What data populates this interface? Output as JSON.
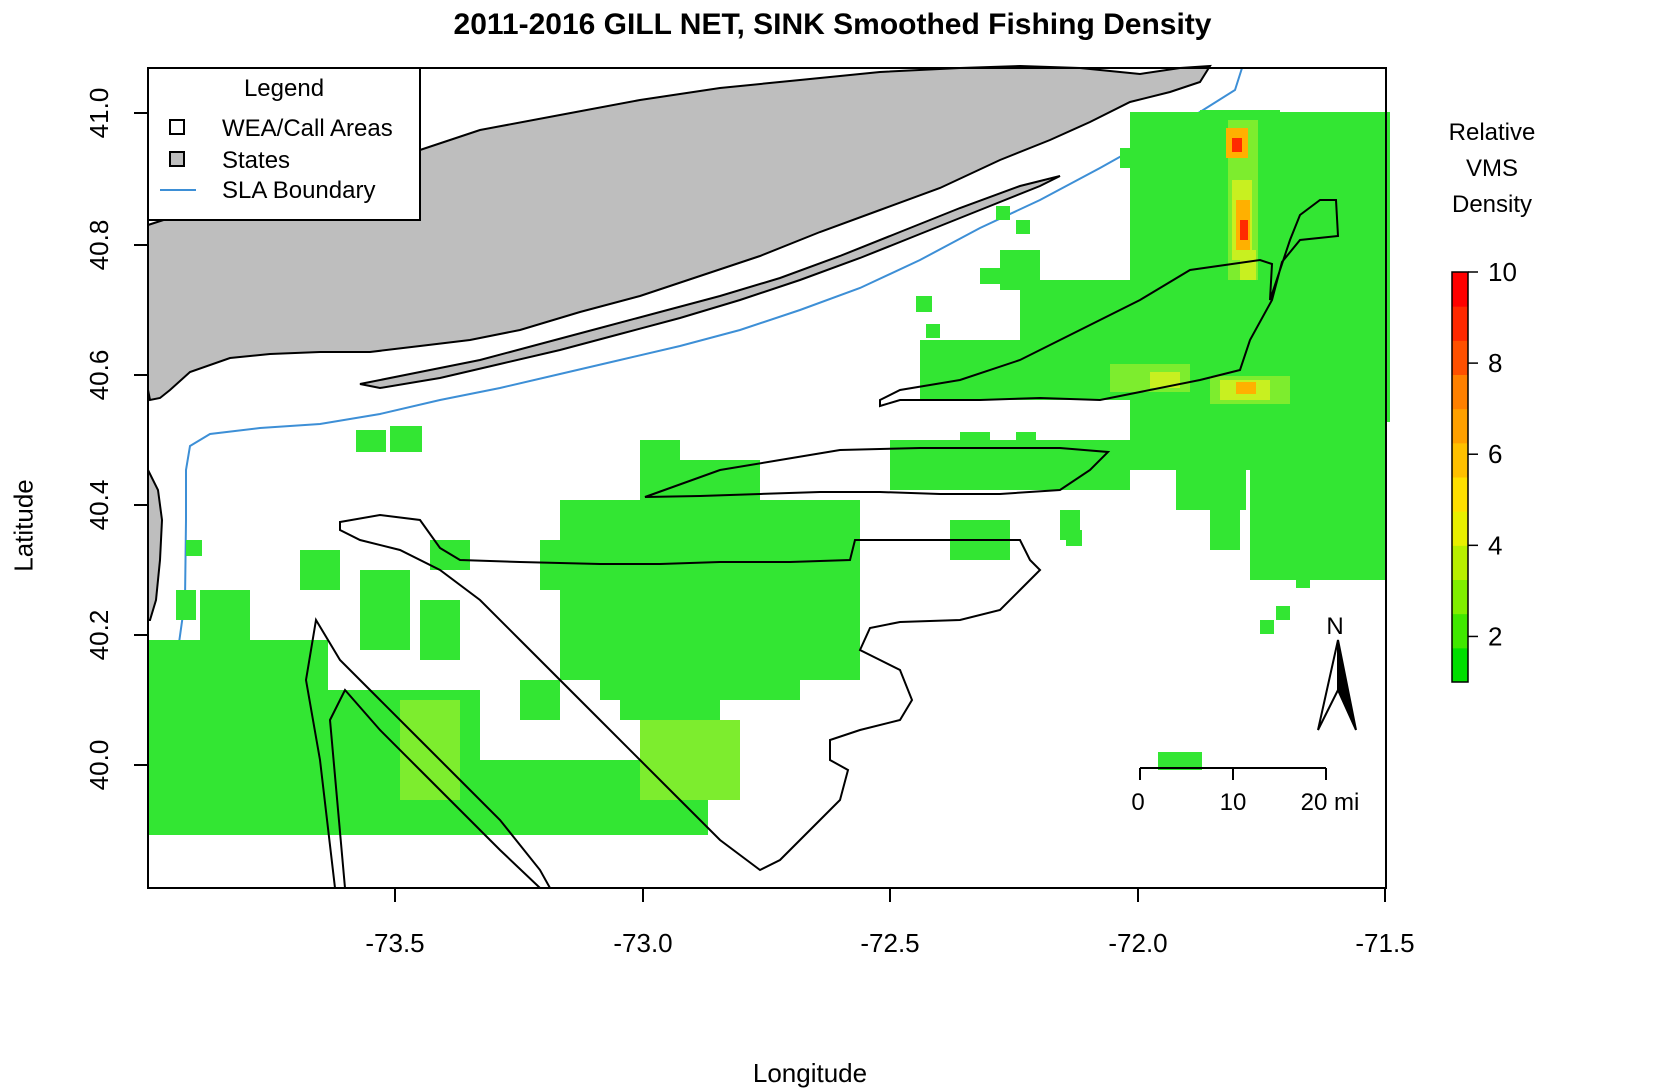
{
  "title": "2011-2016 GILL NET, SINK Smoothed Fishing Density",
  "xlabel": "Longitude",
  "ylabel": "Latitude",
  "x_ticks": [
    "-73.5",
    "-73.0",
    "-72.5",
    "-72.0",
    "-71.5"
  ],
  "y_ticks": [
    "40.0",
    "40.2",
    "40.4",
    "40.6",
    "40.8",
    "41.0"
  ],
  "legend": {
    "title": "Legend",
    "items": [
      {
        "label": "WEA/Call Areas",
        "fill": "#ffffff"
      },
      {
        "label": "States",
        "fill": "#bebebe"
      },
      {
        "label": "SLA Boundary",
        "line": "#3d8fd6"
      }
    ]
  },
  "colorbar": {
    "title_line1": "Relative",
    "title_line2": "VMS",
    "title_line3": "Density",
    "ticks": [
      "2",
      "4",
      "6",
      "8",
      "10"
    ],
    "min": 1,
    "max": 10,
    "colors": [
      "#00e000",
      "#40e800",
      "#80f000",
      "#b8f000",
      "#e8f000",
      "#ffe000",
      "#ffc000",
      "#ffa000",
      "#ff8000",
      "#ff5000",
      "#ff2800",
      "#ff0000"
    ]
  },
  "scalebar": {
    "labels": [
      "0",
      "10",
      "20 mi"
    ]
  },
  "north_arrow": {
    "label": "N"
  },
  "colors": {
    "states": "#bebebe",
    "sla": "#3d8fd6",
    "density_low": "#33e633"
  }
}
